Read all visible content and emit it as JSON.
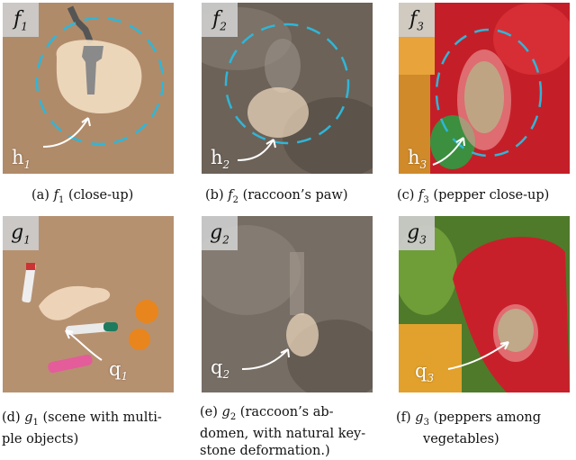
{
  "panels": [
    {
      "tag_main": "f",
      "tag_sub": "1",
      "point_main": "h",
      "point_sub": "1",
      "caption_prefix": "(a)",
      "caption_sym": "f",
      "caption_sub": "1",
      "caption_text": "(close-up)"
    },
    {
      "tag_main": "f",
      "tag_sub": "2",
      "point_main": "h",
      "point_sub": "2",
      "caption_prefix": "(b)",
      "caption_sym": "f",
      "caption_sub": "2",
      "caption_text": "(raccoon’s paw)"
    },
    {
      "tag_main": "f",
      "tag_sub": "3",
      "point_main": "h",
      "point_sub": "3",
      "caption_prefix": "(c)",
      "caption_sym": "f",
      "caption_sub": "3",
      "caption_text": "(pepper close-up)"
    },
    {
      "tag_main": "g",
      "tag_sub": "1",
      "point_main": "q",
      "point_sub": "1",
      "caption_prefix": "(d)",
      "caption_sym": "g",
      "caption_sub": "1",
      "caption_line1": "(scene with multi-",
      "caption_line2": "ple objects)"
    },
    {
      "tag_main": "g",
      "tag_sub": "2",
      "point_main": "q",
      "point_sub": "2",
      "caption_prefix": "(e)",
      "caption_sym": "g",
      "caption_sub": "2",
      "caption_line1": "(raccoon’s ab-",
      "caption_line2": "domen, with natural key-",
      "caption_line3": "stone deformation.)"
    },
    {
      "tag_main": "g",
      "tag_sub": "3",
      "point_main": "q",
      "point_sub": "3",
      "caption_prefix": "(f)",
      "caption_sym": "g",
      "caption_sub": "3",
      "caption_line1": "(peppers among",
      "caption_line2": "vegetables)"
    }
  ],
  "colors": {
    "dashed_circle": "#2fb6d8",
    "cardboard": "#b58f6c",
    "fur": "#6f665c",
    "pepper_red": "#c8202a",
    "patch_fill": "#f3dcc0"
  }
}
